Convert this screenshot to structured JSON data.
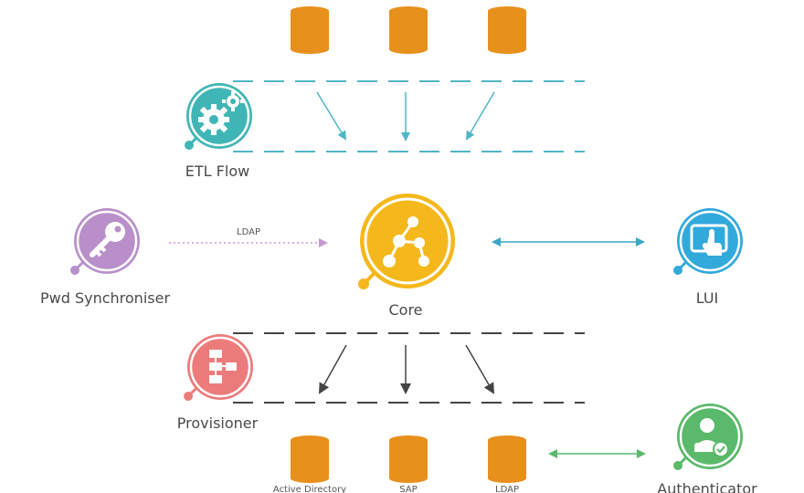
{
  "nodes": {
    "etl_flow": {
      "label": "ETL Flow",
      "color": "#3fb6b5",
      "icon": "gears-icon"
    },
    "pwd_synchroniser": {
      "label": "Pwd Synchroniser",
      "color": "#b98fca",
      "icon": "key-icon"
    },
    "core": {
      "label": "Core",
      "color": "#f5b81c",
      "icon": "network-graph-icon"
    },
    "lui": {
      "label": "LUI",
      "color": "#32a9db",
      "icon": "touch-screen-icon"
    },
    "provisioner": {
      "label": "Provisioner",
      "color": "#ec7b7b",
      "icon": "flowchart-icon"
    },
    "authenticator": {
      "label": "Authenticator",
      "color": "#5ab96a",
      "icon": "user-check-icon"
    }
  },
  "connections": {
    "ldap_label": "LDAP",
    "source_arrow_color": "#4fb6c4",
    "ldap_arrow_color": "#c39ad3",
    "lui_arrow_color": "#3aa7c7",
    "provision_arrow_color": "#444444",
    "auth_arrow_color": "#5ab96a"
  },
  "targets": [
    "Active Directory",
    "SAP",
    "LDAP"
  ],
  "database_color": "#e8901c"
}
